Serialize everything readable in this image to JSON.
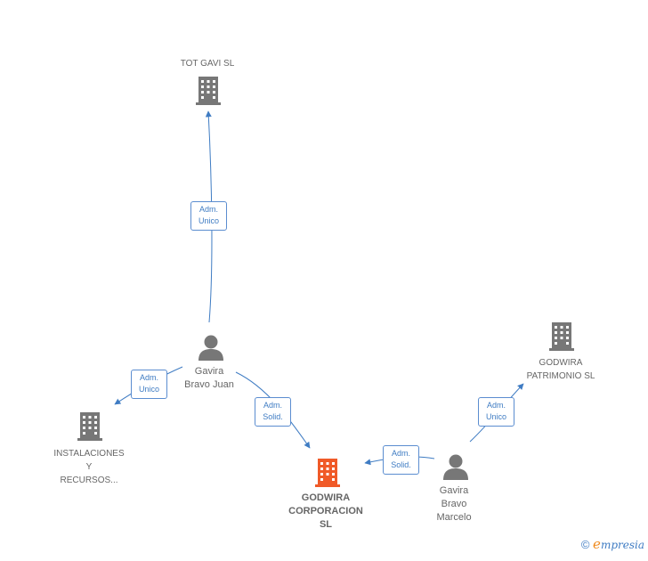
{
  "nodes": {
    "tot_gavi": {
      "label_lines": [
        "TOT GAVI  SL"
      ]
    },
    "installaciones": {
      "label_lines": [
        "INSTALACIONES",
        "Y",
        "RECURSOS..."
      ]
    },
    "godwira_corp": {
      "label_lines": [
        "GODWIRA",
        "CORPORACION",
        "SL"
      ]
    },
    "godwira_patrimonio": {
      "label_lines": [
        "GODWIRA",
        "PATRIMONIO  SL"
      ]
    },
    "gavira_juan": {
      "label_lines": [
        "Gavira",
        "Bravo Juan"
      ]
    },
    "gavira_marcelo": {
      "label_lines": [
        "Gavira",
        "Bravo",
        "Marcelo"
      ]
    }
  },
  "relations": {
    "juan_to_totgavi": {
      "lines": [
        "Adm.",
        "Unico"
      ]
    },
    "juan_to_installaciones": {
      "lines": [
        "Adm.",
        "Unico"
      ]
    },
    "juan_to_godwira": {
      "lines": [
        "Adm.",
        "Solid."
      ]
    },
    "marcelo_to_godwira": {
      "lines": [
        "Adm.",
        "Solid."
      ]
    },
    "marcelo_to_patrimonio": {
      "lines": [
        "Adm.",
        "Unico"
      ]
    }
  },
  "colors": {
    "company_icon": "#777777",
    "focus_company_icon": "#f05a28",
    "person_icon": "#777777",
    "edge": "#3f7cc3"
  },
  "footer": {
    "copyright": "©",
    "brand_initial": "e",
    "brand_rest": "mpresia"
  }
}
